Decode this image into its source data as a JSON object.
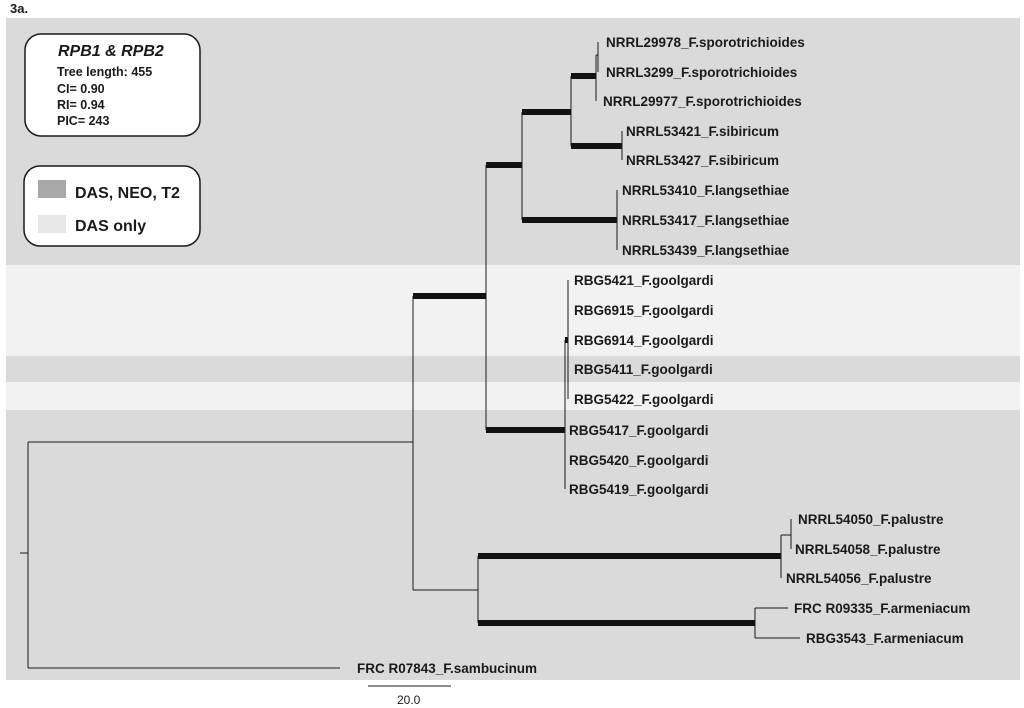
{
  "panel_label": "3a.",
  "stats": {
    "title": "RPB1 & RPB2",
    "lines": [
      "Tree length: 455",
      "CI= 0.90",
      "RI= 0.94",
      "PIC= 243"
    ]
  },
  "legend": {
    "items": [
      {
        "label": "DAS, NEO, T2",
        "color": "#a9a9a9"
      },
      {
        "label": "DAS only",
        "color": "#e8e8e8"
      }
    ]
  },
  "scale_bar": {
    "label": "20.0"
  },
  "taxa": [
    "NRRL29978_F.sporotrichioides",
    "NRRL3299_F.sporotrichioides",
    "NRRL29977_F.sporotrichioides",
    "NRRL53421_F.sibiricum",
    "NRRL53427_F.sibiricum",
    "NRRL53410_F.langsethiae",
    "NRRL53417_F.langsethiae",
    "NRRL53439_F.langsethiae",
    "RBG5421_F.goolgardi",
    "RBG6915_F.goolgardi",
    "RBG6914_F.goolgardi",
    "RBG5411_F.goolgardi",
    "RBG5422_F.goolgardi",
    "RBG5417_F.goolgardi",
    "RBG5420_F.goolgardi",
    "RBG5419_F.goolgardi",
    "NRRL54050_F.palustre",
    "NRRL54058_F.palustre",
    "NRRL54056_F.palustre",
    "FRC R09335_F.armeniacum",
    "RBG3543_F.armeniacum",
    "FRC R07843_F.sambucinum"
  ],
  "colors": {
    "band_dark": "#dadada",
    "band_light": "#f2f2f2",
    "branch": "#1a1a1a"
  }
}
